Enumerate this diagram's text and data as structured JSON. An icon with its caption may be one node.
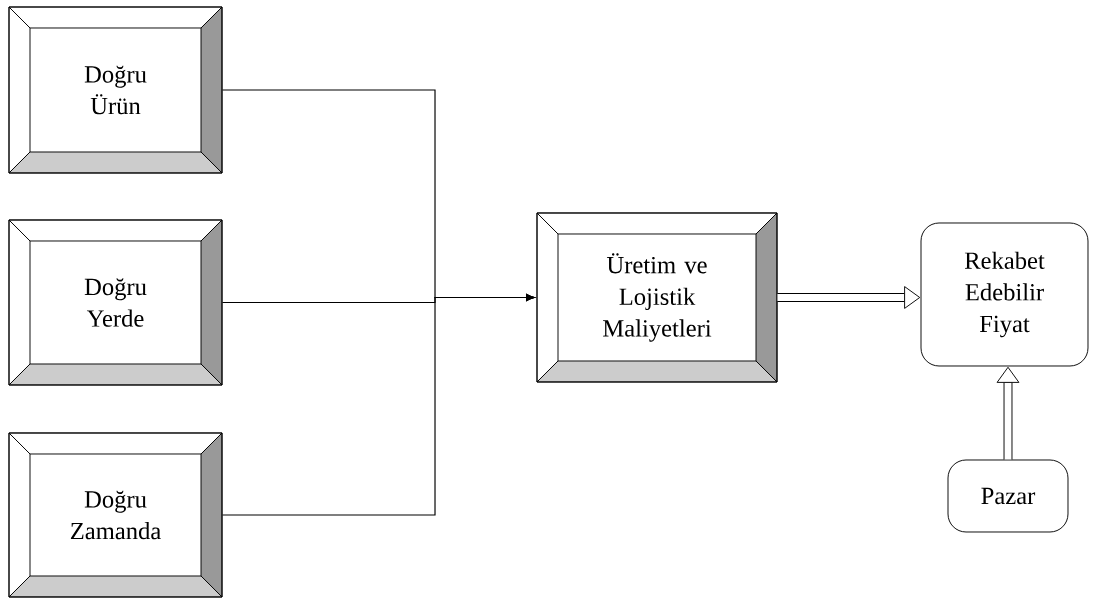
{
  "diagram": {
    "nodes": [
      {
        "text": [
          "Doğru Ürün"
        ]
      },
      {
        "text": [
          "Doğru Yerde"
        ]
      },
      {
        "text": [
          "Doğru Zamanda"
        ]
      },
      {
        "text": [
          "Üretim ve Lojistik Maliyetleri"
        ]
      },
      {
        "text": [
          "Rekabet Edebilir Fiyat"
        ]
      },
      {
        "text": [
          "Pazar"
        ]
      }
    ],
    "edges": [
      {
        "from": 0,
        "to": 3,
        "arrow": "to"
      },
      {
        "from": 1,
        "to": 3,
        "arrow": "to"
      },
      {
        "from": 2,
        "to": 3,
        "arrow": "to"
      },
      {
        "from": 3,
        "to": 4,
        "arrow": "to",
        "style": "thick"
      },
      {
        "from": 5,
        "to": 4,
        "arrow": "to",
        "style": "thick"
      }
    ]
  }
}
